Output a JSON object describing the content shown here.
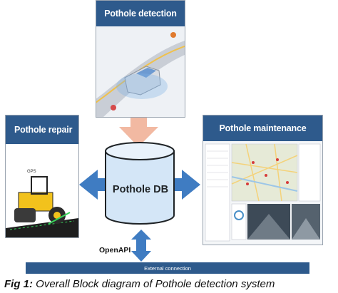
{
  "panels": {
    "detection": {
      "title": "Pothole detection"
    },
    "repair": {
      "title": "Pothole repair"
    },
    "maintenance": {
      "title": "Pothole maintenance"
    }
  },
  "database": {
    "label": "Pothole DB"
  },
  "interface": {
    "label": "OpenAPI"
  },
  "external": {
    "label": "External connection"
  },
  "caption": {
    "prefix": "Fig 1:",
    "text": " Overall Block diagram of Pothole detection system"
  },
  "colors": {
    "title_bar": "#2e5a8c",
    "arrow_down": "#f2b9a2",
    "arrow_side": "#3f7cc2",
    "db": "#d4e6f7"
  },
  "icons": {
    "detection": "car-on-road-illustration",
    "repair": "road-roller-illustration",
    "maintenance": "gis-map-dashboard-screenshot"
  }
}
